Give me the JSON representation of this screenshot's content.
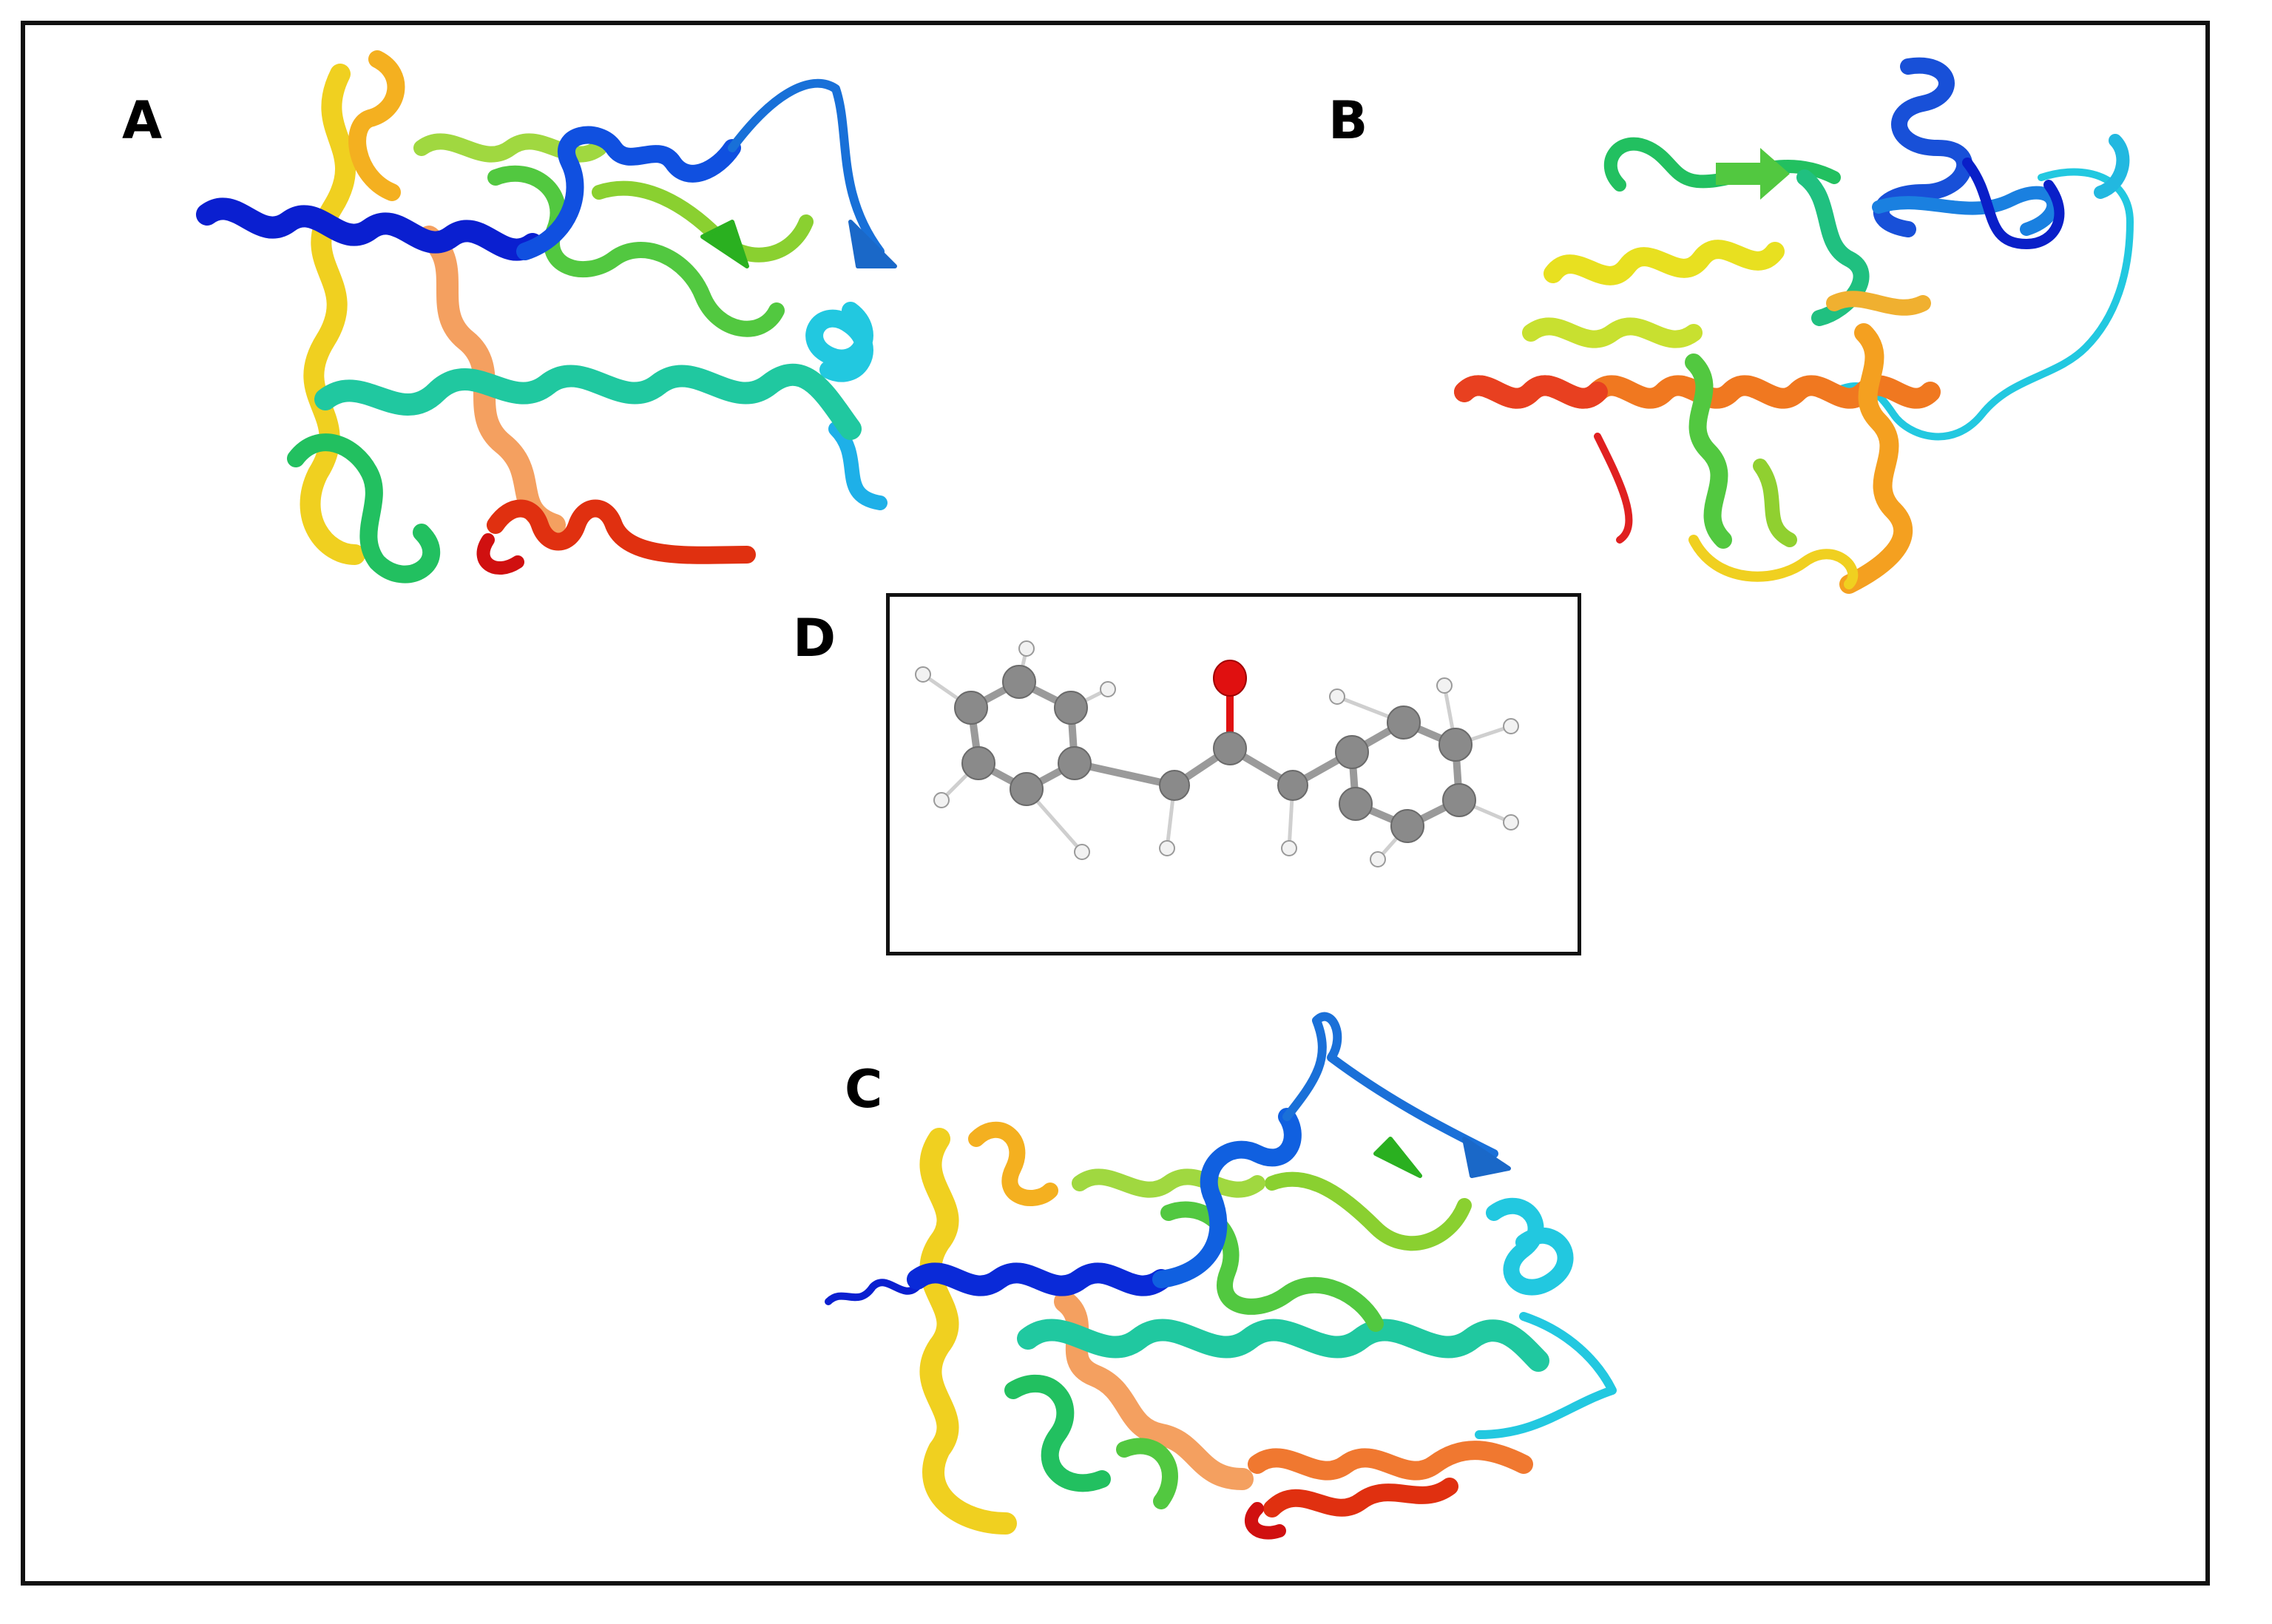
{
  "figure": {
    "panels": [
      {
        "id": "A",
        "label": "A",
        "kind": "protein-ribbon"
      },
      {
        "id": "B",
        "label": "B",
        "kind": "protein-ribbon"
      },
      {
        "id": "C",
        "label": "C",
        "kind": "protein-ribbon"
      },
      {
        "id": "D",
        "label": "D",
        "kind": "ball-and-stick-molecule"
      }
    ],
    "colors": {
      "rainbow": [
        "#0a1fd0",
        "#1060e0",
        "#1e9ae8",
        "#22c8e0",
        "#20c8a0",
        "#22c060",
        "#8ad030",
        "#f0e020",
        "#f4b020",
        "#f07820",
        "#e03010",
        "#d01010"
      ],
      "carbon": "#8a8a8a",
      "oxygen": "#e01010",
      "hydrogen": "#f2f2f2",
      "frame": "#111111"
    }
  }
}
